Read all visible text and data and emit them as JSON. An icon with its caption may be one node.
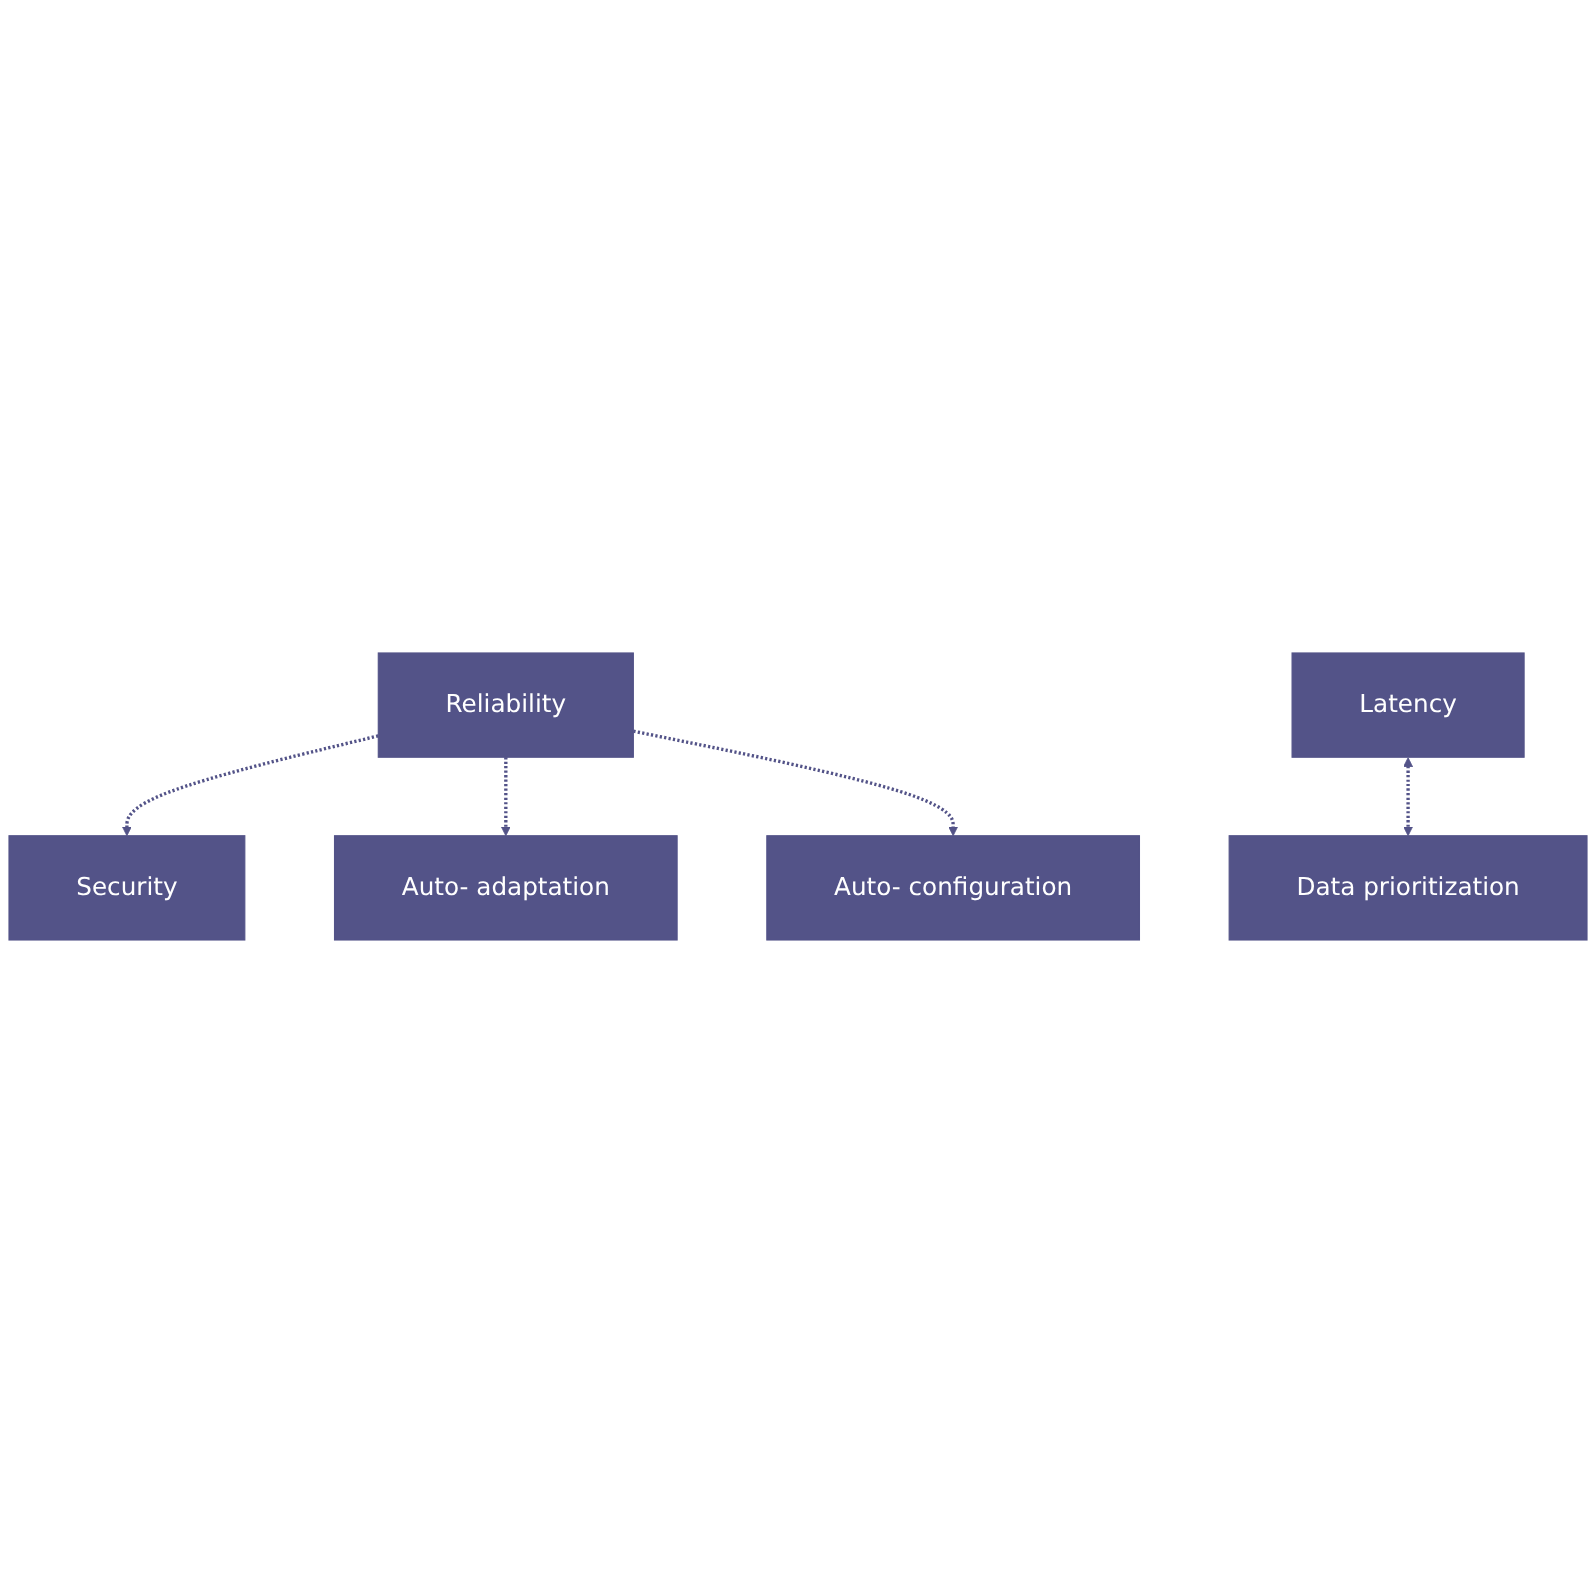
{
  "diagram": {
    "nodes": [
      {
        "text": [
          "Reliability"
        ]
      },
      {
        "text": [
          "Security"
        ]
      },
      {
        "text": [
          "Auto- adaptation"
        ]
      },
      {
        "text": [
          "Auto- configuration"
        ]
      },
      {
        "text": [
          "Latency"
        ]
      },
      {
        "text": [
          "Data prioritization"
        ]
      }
    ],
    "edges": [
      {
        "from": 0,
        "to": 1,
        "arrow": "to",
        "style": "dashed"
      },
      {
        "from": 0,
        "to": 2,
        "arrow": "to",
        "style": "dashed"
      },
      {
        "from": 0,
        "to": 3,
        "arrow": "to",
        "style": "dashed"
      },
      {
        "from": 4,
        "to": 5,
        "arrow": "both",
        "style": "dashed"
      }
    ]
  }
}
